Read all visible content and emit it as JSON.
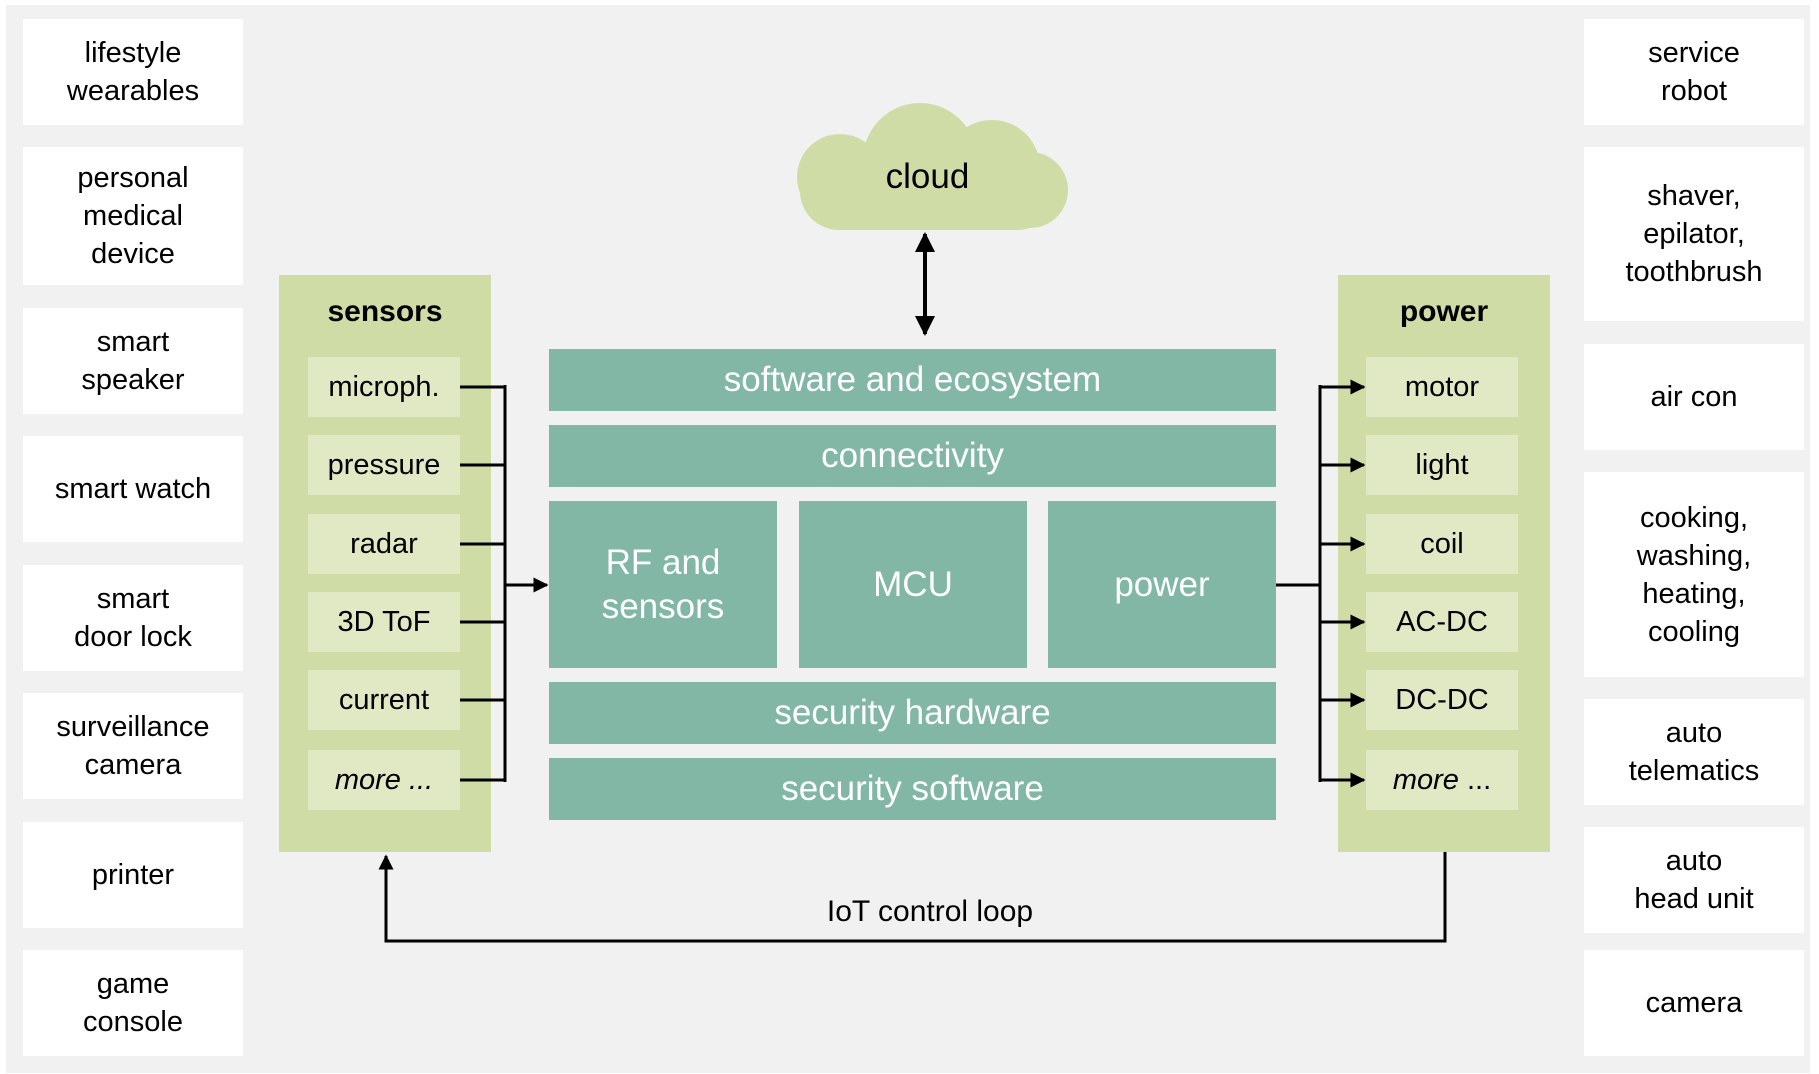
{
  "left_apps": [
    "lifestyle\nwearables",
    "personal\nmedical\ndevice",
    "smart\nspeaker",
    "smart watch",
    "smart\ndoor lock",
    "surveillance\ncamera",
    "printer",
    "game\nconsole"
  ],
  "right_apps": [
    "service\nrobot",
    "shaver,\nepilator,\ntoothbrush",
    "air con",
    "cooking,\nwashing,\nheating,\ncooling",
    "auto\ntelematics",
    "auto\nhead unit",
    "camera"
  ],
  "cloud": {
    "label": "cloud"
  },
  "sensors": {
    "title": "sensors",
    "items": [
      "microph.",
      "pressure",
      "radar",
      "3D ToF",
      "current",
      "more ..."
    ]
  },
  "power_panel": {
    "title": "power",
    "items": [
      "motor",
      "light",
      "coil",
      "AC-DC",
      "DC-DC"
    ],
    "more_prefix": "more",
    "more_suffix": " ..."
  },
  "core": {
    "software": "software and ecosystem",
    "connectivity": "connectivity",
    "rf": "RF and\nsensors",
    "mcu": "MCU",
    "power": "power",
    "security_hw": "security hardware",
    "security_sw": "security software"
  },
  "loop_label": "IoT control loop",
  "colors": {
    "background": "#f1f1f1",
    "app_box": "#ffffff",
    "side_panel": "#cfdca5",
    "chip": "#e0e8c4",
    "core_block": "#82b7a6",
    "cloud": "#cfdca5",
    "arrow": "#000000"
  }
}
